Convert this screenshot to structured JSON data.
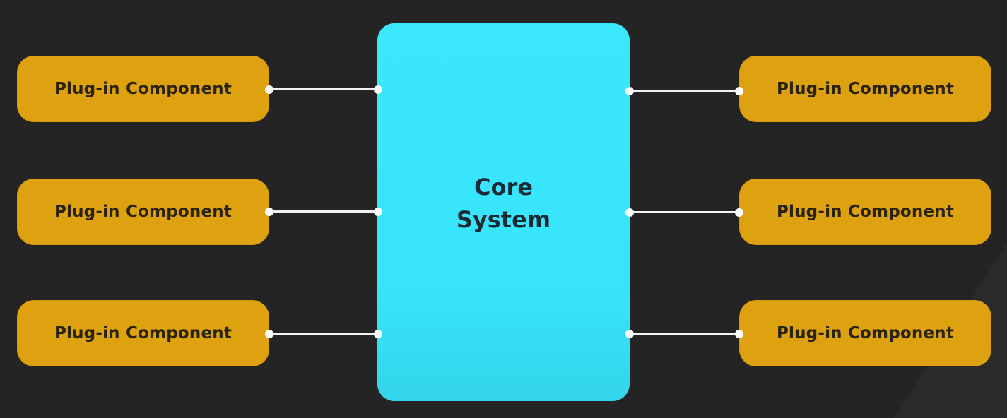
{
  "diagram": {
    "core": {
      "label_line1": "Core",
      "label_line2": "System"
    },
    "plugins_left": [
      {
        "label": "Plug-in Component"
      },
      {
        "label": "Plug-in Component"
      },
      {
        "label": "Plug-in Component"
      }
    ],
    "plugins_right": [
      {
        "label": "Plug-in Component"
      },
      {
        "label": "Plug-in Component"
      },
      {
        "label": "Plug-in Component"
      }
    ],
    "colors": {
      "background": "#242424",
      "core_fill": "#3ae7fd",
      "plugin_fill": "#dea10f",
      "connector": "#f2f2f2"
    }
  }
}
